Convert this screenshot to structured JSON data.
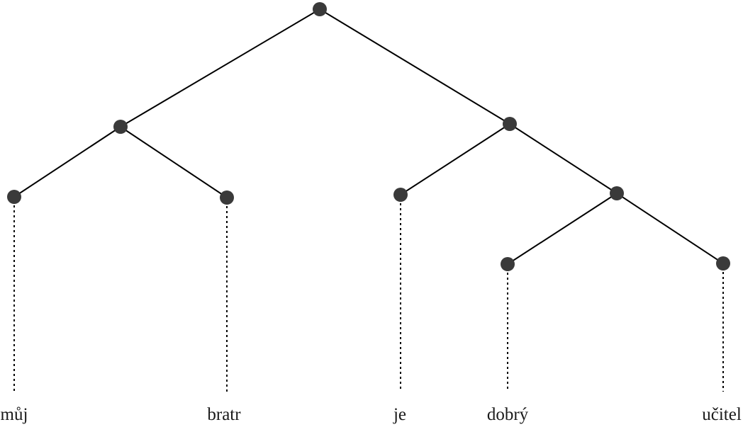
{
  "diagram": {
    "type": "constituency-tree",
    "colors": {
      "edge": "#000000",
      "node": "#3a3a3a",
      "text": "#1a1a1a"
    },
    "words": [
      "můj",
      "bratr",
      "je",
      "dobrý",
      "učitel"
    ],
    "nodes": [
      {
        "id": "root"
      },
      {
        "id": "n-left",
        "parent": "root"
      },
      {
        "id": "n-right",
        "parent": "root"
      },
      {
        "id": "leaf-muj",
        "parent": "n-left",
        "word": 0
      },
      {
        "id": "leaf-bratr",
        "parent": "n-left",
        "word": 1
      },
      {
        "id": "leaf-je",
        "parent": "n-right",
        "word": 2
      },
      {
        "id": "n-np",
        "parent": "n-right"
      },
      {
        "id": "leaf-dobry",
        "parent": "n-np",
        "word": 3
      },
      {
        "id": "leaf-ucitel",
        "parent": "n-np",
        "word": 4
      }
    ]
  }
}
